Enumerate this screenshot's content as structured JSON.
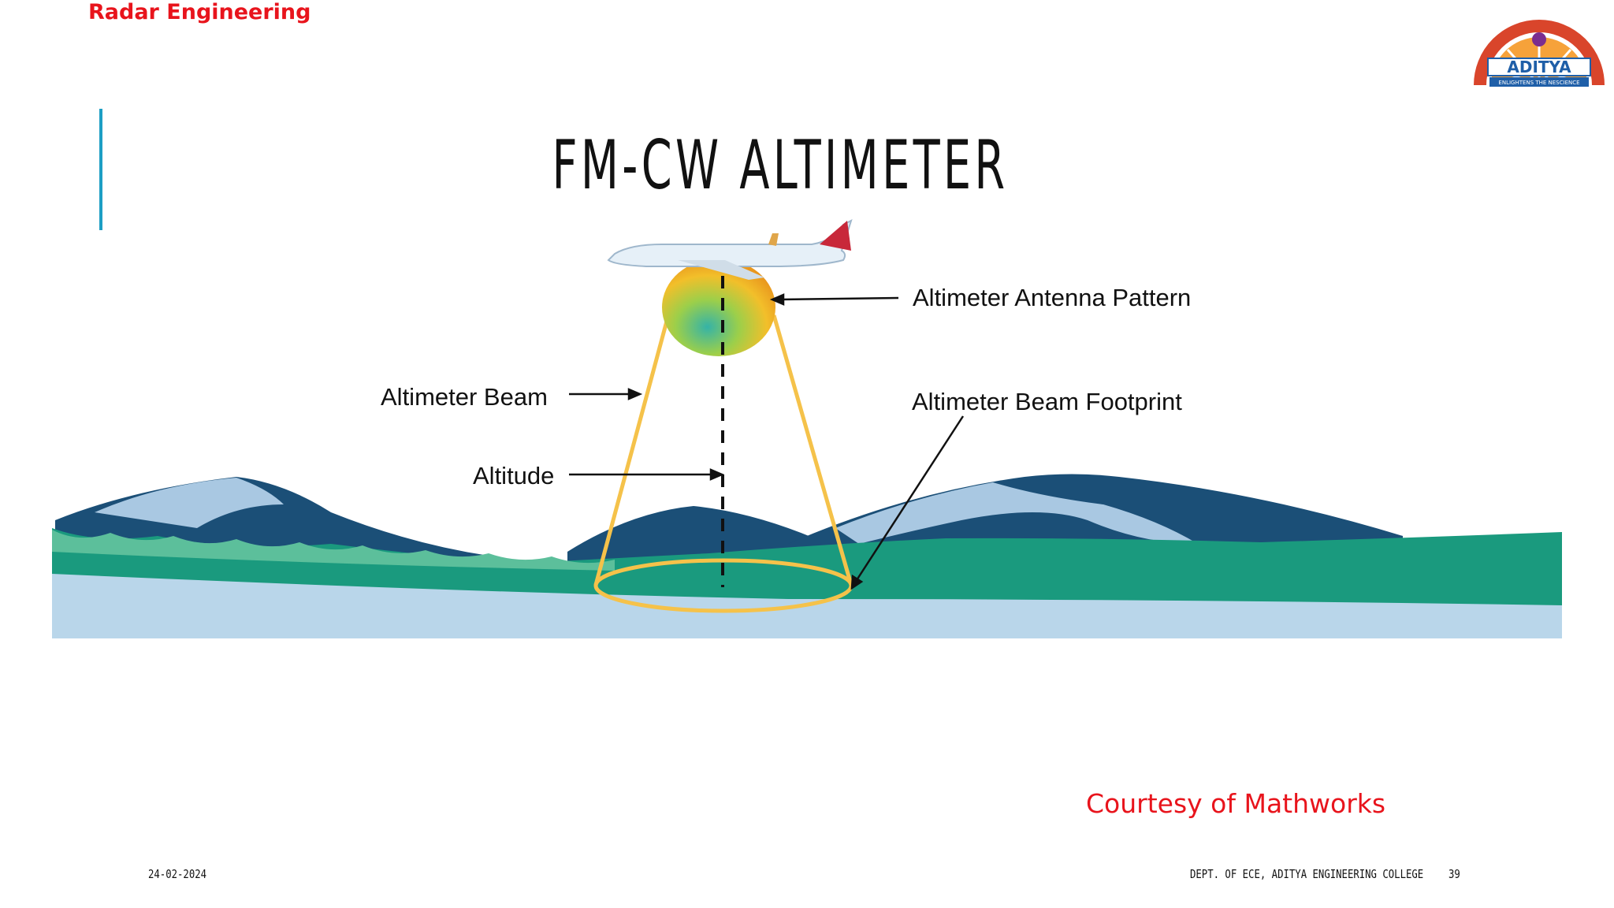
{
  "header": {
    "course": "Radar Engineering"
  },
  "slide": {
    "title": "FM-CW ALTIMETER"
  },
  "logo": {
    "name": "ADITYA",
    "tagline": "ENLIGHTENS THE NESCIENCE"
  },
  "diagram": {
    "labels": {
      "antenna_pattern": "Altimeter Antenna Pattern",
      "beam": "Altimeter Beam",
      "beam_footprint": "Altimeter Beam Footprint",
      "altitude": "Altitude"
    },
    "colors": {
      "sky_ground": "#b9d6ea",
      "mountain_dark": "#1b4f77",
      "mountain_light": "#a9c8e2",
      "forest": "#1a9a7e",
      "forest_light": "#5cbf9b",
      "beam": "#f5c24a",
      "plane_tail": "#c8283a"
    }
  },
  "credit": {
    "text": "Courtesy of Mathworks"
  },
  "footer": {
    "date": "24-02-2024",
    "department": "DEPT. OF ECE, ADITYA ENGINEERING COLLEGE",
    "page_number": "39"
  }
}
